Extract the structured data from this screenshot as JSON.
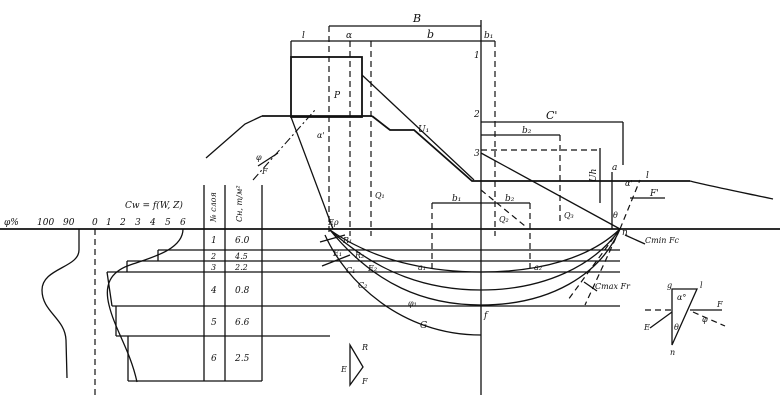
{
  "axis": {
    "phi_label": "φ%",
    "phi_ticks": [
      "100",
      "90"
    ],
    "cw_ticks": [
      "0",
      "1",
      "2",
      "3",
      "4",
      "5",
      "6"
    ],
    "cw_formula": "Cw = f(W, Z)"
  },
  "table": {
    "col_layer_header": "№ слоя",
    "col_c_header": "Сн, т/м²",
    "rows": [
      {
        "layer": "1",
        "c": "6.0"
      },
      {
        "layer": "2",
        "c": "4.5"
      },
      {
        "layer": "3",
        "c": "2.2"
      },
      {
        "layer": "4",
        "c": "0.8"
      },
      {
        "layer": "5",
        "c": "6.6"
      },
      {
        "layer": "6",
        "c": "2.5"
      }
    ]
  },
  "dimensions": {
    "B": "B",
    "l": "l",
    "alpha": "α",
    "b": "b",
    "b1_top": "b₁",
    "C_prime": "C'",
    "b2_top": "b₂",
    "Uh": "Uh",
    "b1": "b₁",
    "b2": "b₂"
  },
  "points": {
    "p1": "1",
    "p2": "2",
    "p3": "3",
    "P": "P",
    "a": "a",
    "n": "n",
    "f": "f",
    "U1": "U₁",
    "G": "G",
    "l_right": "l",
    "F_right": "F'",
    "theta": "θ",
    "alpha_prime": "α'",
    "phi": "φ",
    "F_left": "F",
    "alpha_left": "α'",
    "Ep": "Eρ",
    "R1": "R₁",
    "R2": "R₂",
    "a1": "a₁",
    "a2": "a₂",
    "E1": "E₁",
    "E2": "E₂",
    "C1": "C₁",
    "C2": "C₂",
    "phi1": "φ₁",
    "Q1": "Q₁",
    "Q2": "Q₂",
    "Q3": "Q₃"
  },
  "annotations": {
    "c_min": "Cmin Fc",
    "c_max": "Cmax Fr"
  },
  "force_triangle": {
    "R": "R",
    "E": "E",
    "F": "F"
  },
  "angle_diagram": {
    "g": "g",
    "l": "l",
    "F": "F",
    "E": "E",
    "n": "n",
    "theta": "θ",
    "alpha": "α°",
    "phi": "φ"
  }
}
